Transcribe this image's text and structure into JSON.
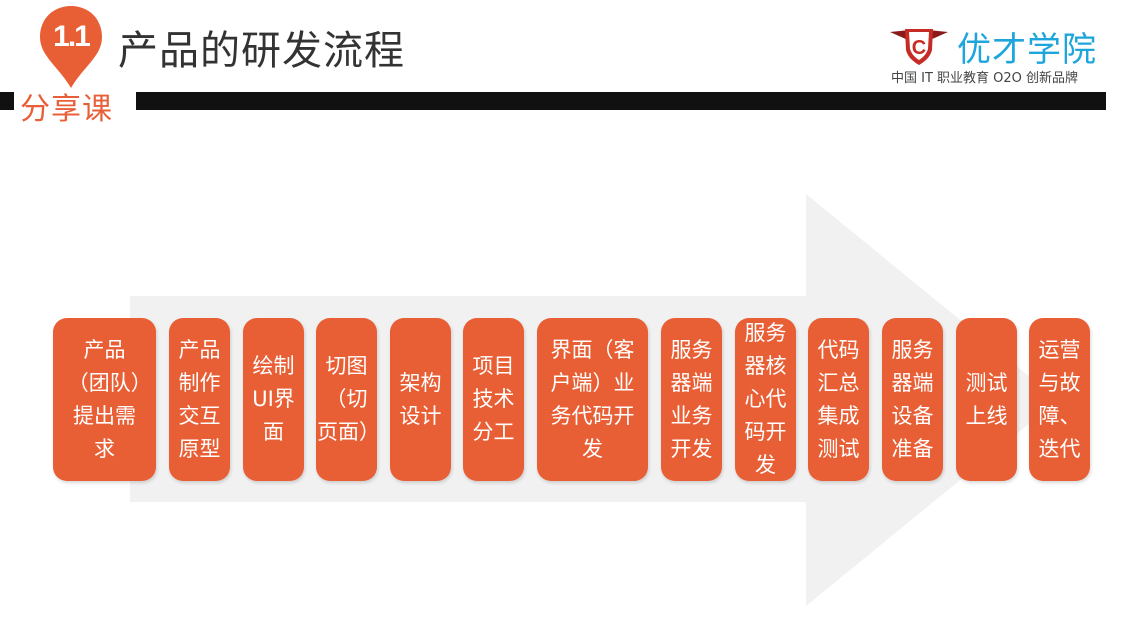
{
  "header": {
    "badge_number": "1.1",
    "title": "产品的研发流程",
    "section_label": "分享课"
  },
  "logo": {
    "shield_letter": "C",
    "name": "优才学院",
    "tagline": "中国 IT 职业教育 O2O 创新品牌"
  },
  "colors": {
    "accent": "#e95f35",
    "brand_blue": "#1ea6dc",
    "header_bar": "#111111",
    "arrow": "#f1f1f1"
  },
  "steps": [
    {
      "label": "产品（团队）提出需求"
    },
    {
      "label": "产品制作交互原型"
    },
    {
      "label": "绘制UI界面"
    },
    {
      "label": "切图（切页面）"
    },
    {
      "label": "架构设计"
    },
    {
      "label": "项目技术分工"
    },
    {
      "label": "界面（客户端）业务代码开发"
    },
    {
      "label": "服务器端业务开发"
    },
    {
      "label": "服务器核心代码开发"
    },
    {
      "label": "代码汇总集成测试"
    },
    {
      "label": "服务器端设备准备"
    },
    {
      "label": "测试上线"
    },
    {
      "label": "运营与故障、迭代"
    }
  ]
}
